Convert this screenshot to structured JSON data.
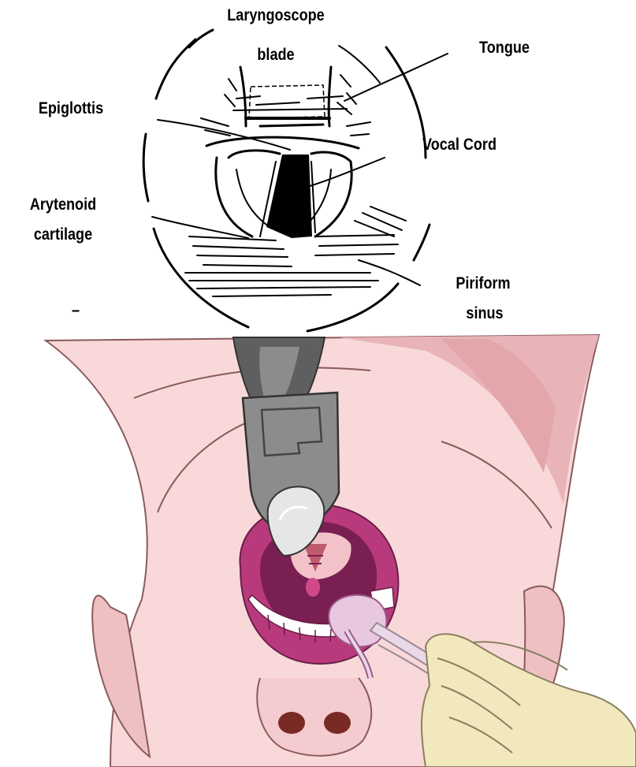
{
  "labels": {
    "laryngoscope_line1": "Laryngoscope",
    "laryngoscope_line2": "blade",
    "tongue": "Tongue",
    "epiglottis": "Epiglottis",
    "vocal_cord": "Vocal Cord",
    "arytenoid_line1": "Arytenoid",
    "arytenoid_line2": "cartilage",
    "piriform_line1": "Piriform",
    "piriform_line2": "sinus",
    "stray_mark": "–"
  },
  "colors": {
    "skin": "#f8d8d8",
    "skin_shadow": "#e4a8ab",
    "skin_outline": "#8a5a5c",
    "mouth": "#b83a7c",
    "mouth_dark": "#7a1f52",
    "blade_metal": "#8c8c8c",
    "blade_dark": "#555555",
    "tube": "#e9d2d6",
    "glove": "#f1e8bd"
  }
}
